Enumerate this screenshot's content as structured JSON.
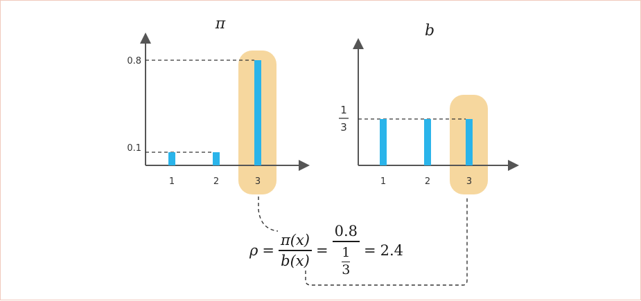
{
  "figure": {
    "left_panel": {
      "title": "π",
      "categories": [
        "1",
        "2",
        "3"
      ],
      "values": [
        0.1,
        0.1,
        0.8
      ],
      "ytick_labels": [
        "0.1",
        "0.8"
      ],
      "ytick_values": [
        0.1,
        0.8
      ],
      "highlighted_category": "3"
    },
    "right_panel": {
      "title": "b",
      "categories": [
        "1",
        "2",
        "3"
      ],
      "values": [
        0.3333,
        0.3333,
        0.3333
      ],
      "ytick_fraction": {
        "numerator": "1",
        "denominator": "3"
      },
      "highlighted_category": "3"
    },
    "formula": {
      "rho": "ρ",
      "equals": "=",
      "pi_x": "π(x)",
      "b_x": "b(x)",
      "numerator_value": "0.8",
      "denominator_fraction": {
        "numerator": "1",
        "denominator": "3"
      },
      "result": "2.4"
    },
    "colors": {
      "bar": "#2ab4ea",
      "highlight": "#f6d79e",
      "axis": "#555555",
      "dash": "#333333",
      "border": "#f1c9bc"
    }
  },
  "chart_data": [
    {
      "type": "bar",
      "title": "π",
      "categories": [
        "1",
        "2",
        "3"
      ],
      "values": [
        0.1,
        0.1,
        0.8
      ],
      "ylim": [
        0,
        1
      ]
    },
    {
      "type": "bar",
      "title": "b",
      "categories": [
        "1",
        "2",
        "3"
      ],
      "values": [
        0.3333,
        0.3333,
        0.3333
      ],
      "ylim": [
        0,
        1
      ]
    }
  ]
}
